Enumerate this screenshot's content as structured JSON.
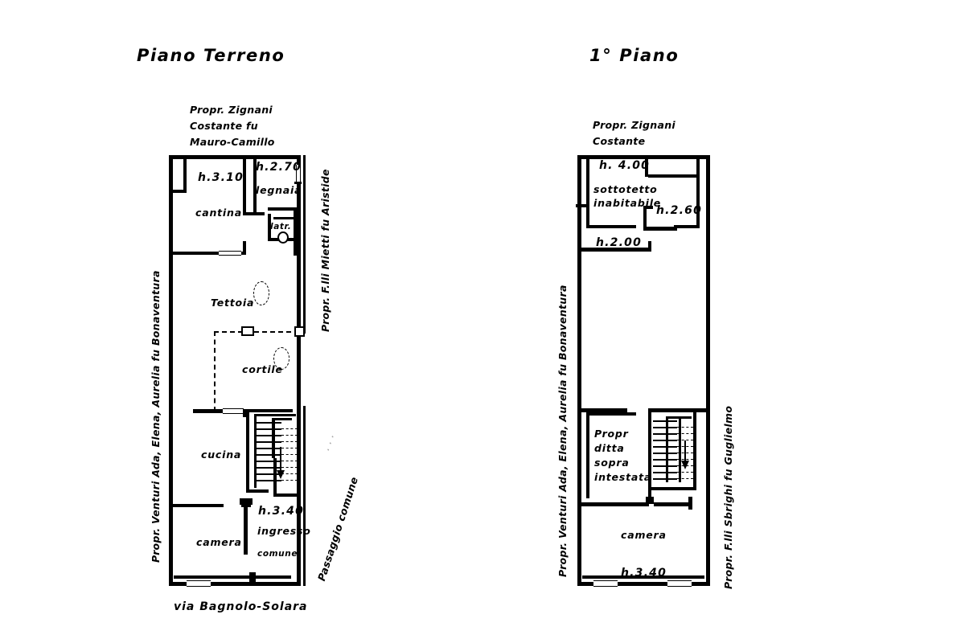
{
  "document": {
    "type": "cadastral-floor-plan",
    "street_label": "via Bagnolo-Solara"
  },
  "plans": [
    {
      "id": "ground-floor",
      "title": "Piano Terreno",
      "owner_top": "Propr. Zignani\nCostante fu\nMauro-Camillo",
      "owner_top_lines": [
        "Propr. Zignani",
        "Costante fu",
        "Mauro-Camillo"
      ],
      "owner_left": "Propr. Venturi Ada, Elena, Aurelia fu Bonaventura",
      "owner_right": "Propr. F.lli Mietti fu Aristide",
      "passage_label": "Passaggio comune",
      "rooms": [
        {
          "name": "cantina",
          "height": "h.3.10"
        },
        {
          "name": "legnaia",
          "height": "h.2.70"
        },
        {
          "name": "latr.",
          "height": ""
        },
        {
          "name": "Tettoia",
          "height": ""
        },
        {
          "name": "cortile",
          "height": ""
        },
        {
          "name": "cucina",
          "height": ""
        },
        {
          "name": "camera",
          "height": ""
        },
        {
          "name": "ingresso comune",
          "height": "h.3.40"
        }
      ],
      "labels": {
        "cantina": "cantina",
        "cantina_h": "h.3.10",
        "legnaia": "legnaia",
        "legnaia_h": "h.2.70",
        "latrina": "latr.",
        "tettoia": "Tettoia",
        "cortile": "cortile",
        "cucina": "cucina",
        "camera": "camera",
        "ingresso_h": "h.3.40",
        "ingresso_1": "ingresso",
        "ingresso_2": "comune"
      }
    },
    {
      "id": "first-floor",
      "title": "1° Piano",
      "owner_top_lines": [
        "Propr. Zignani",
        "Costante"
      ],
      "owner_left": "Propr. Venturi Ada, Elena, Aurelia fu Bonaventura",
      "owner_right": "Propr. F.lli Sbrighi fu Guglielmo",
      "rooms": [
        {
          "name": "sottotetto inabitabile",
          "height": "h. 4.00"
        },
        {
          "name": "",
          "height": "h.2.60"
        },
        {
          "name": "",
          "height": "h.2.00"
        },
        {
          "name": "Propr ditta sopra intestata",
          "height": ""
        },
        {
          "name": "camera",
          "height": "h.3.40"
        }
      ],
      "labels": {
        "h400": "h. 4.00",
        "sottotetto_1": "sottotetto",
        "sottotetto_2": "inabitabile",
        "h260": "h.2.60",
        "h200": "h.2.00",
        "propr_1": "Propr",
        "propr_2": "ditta",
        "propr_3": "sopra",
        "propr_4": "intestata",
        "camera": "camera",
        "camera_h": "h.3.40"
      }
    }
  ],
  "colors": {
    "ink": "#000000",
    "paper": "#ffffff"
  }
}
